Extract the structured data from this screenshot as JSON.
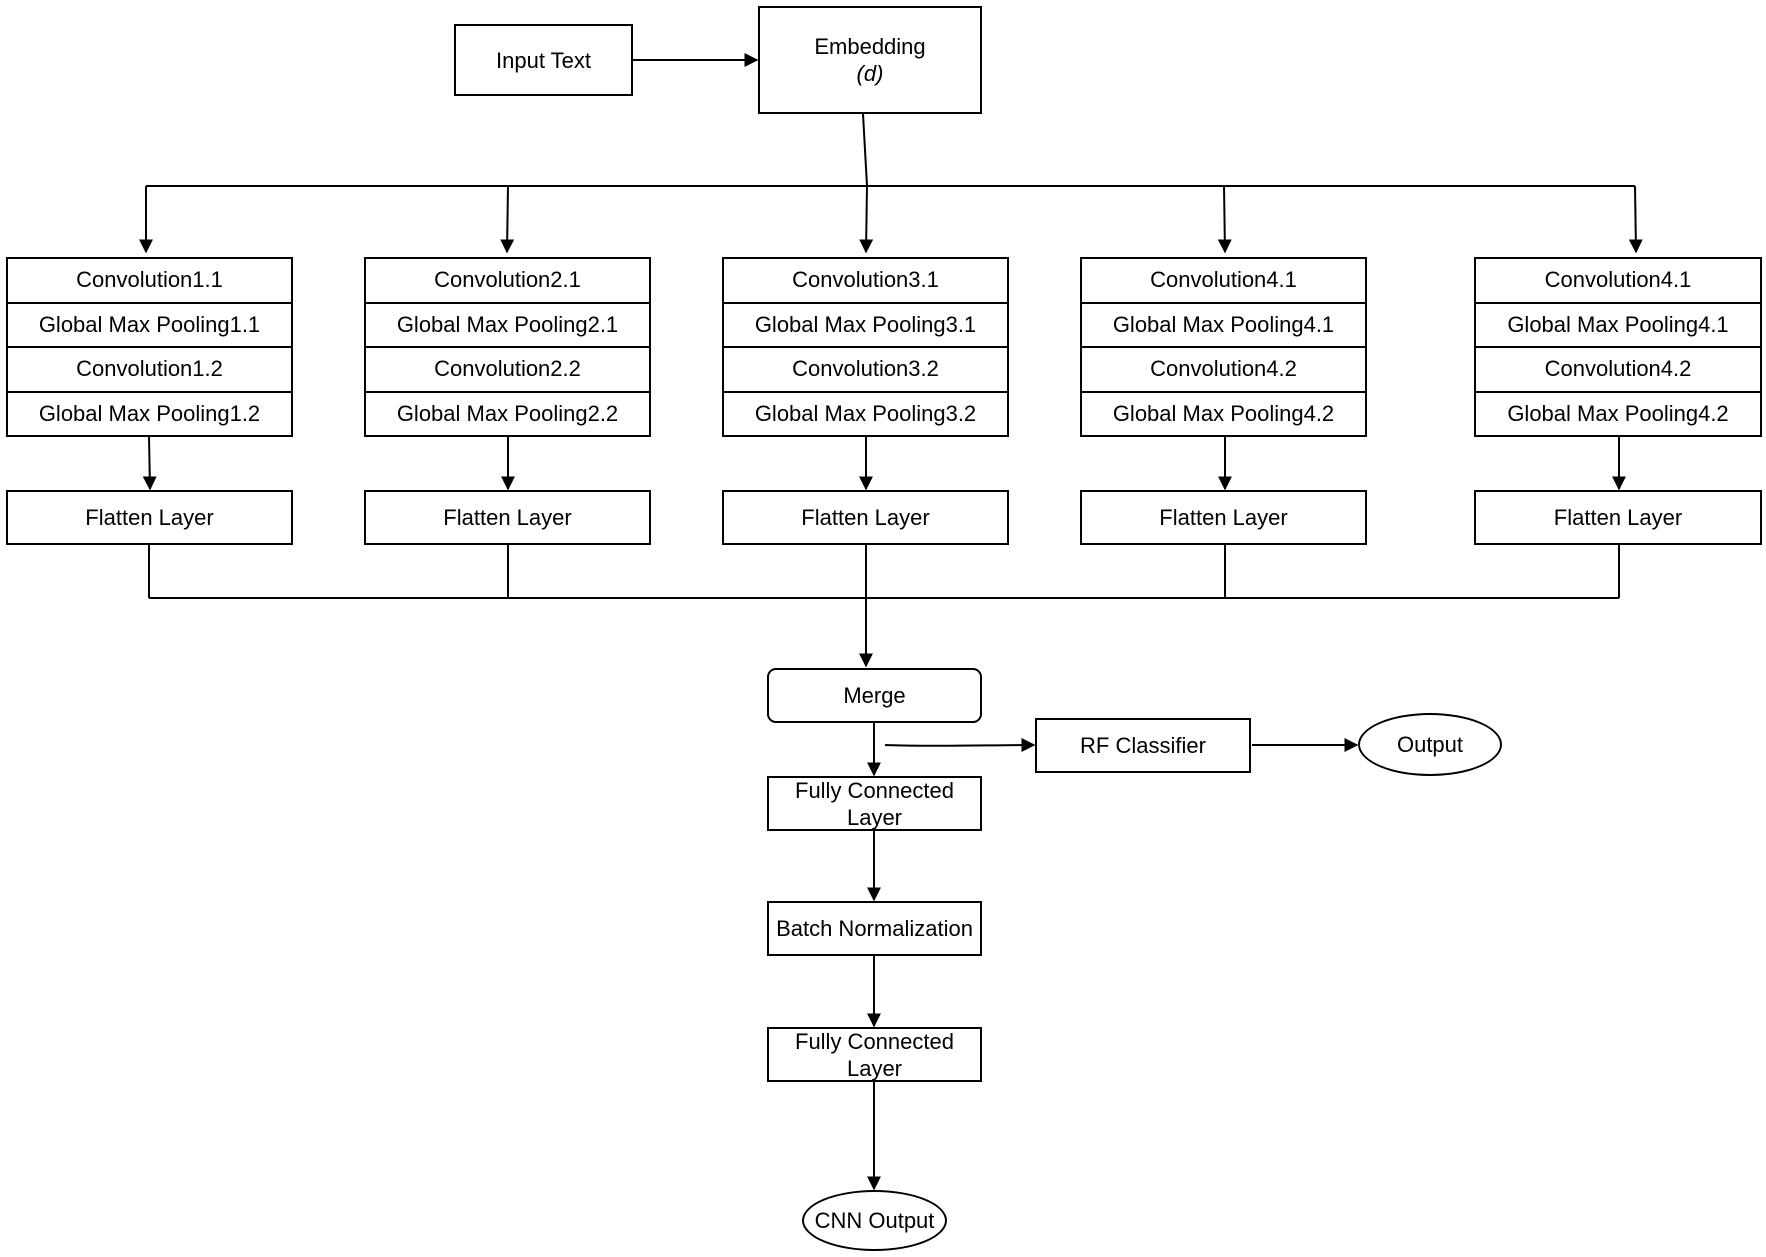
{
  "input": "Input Text",
  "embedding": {
    "title": "Embedding",
    "param": "(d)"
  },
  "branches": [
    {
      "layers": [
        "Convolution1.1",
        "Global Max Pooling1.1",
        "Convolution1.2",
        "Global Max Pooling1.2"
      ],
      "flatten": "Flatten Layer"
    },
    {
      "layers": [
        "Convolution2.1",
        "Global Max Pooling2.1",
        "Convolution2.2",
        "Global Max Pooling2.2"
      ],
      "flatten": "Flatten Layer"
    },
    {
      "layers": [
        "Convolution3.1",
        "Global Max Pooling3.1",
        "Convolution3.2",
        "Global Max Pooling3.2"
      ],
      "flatten": "Flatten Layer"
    },
    {
      "layers": [
        "Convolution4.1",
        "Global Max Pooling4.1",
        "Convolution4.2",
        "Global Max Pooling4.2"
      ],
      "flatten": "Flatten Layer"
    },
    {
      "layers": [
        "Convolution4.1",
        "Global Max Pooling4.1",
        "Convolution4.2",
        "Global Max Pooling4.2"
      ],
      "flatten": "Flatten Layer"
    }
  ],
  "merge": "Merge",
  "rf_classifier": "RF Classifier",
  "rf_output": "Output",
  "fc1": [
    "Fully Connected",
    "Layer"
  ],
  "batch_norm": "Batch Normalization",
  "fc2": [
    "Fully Connected",
    "Layer"
  ],
  "cnn_output": "CNN Output"
}
